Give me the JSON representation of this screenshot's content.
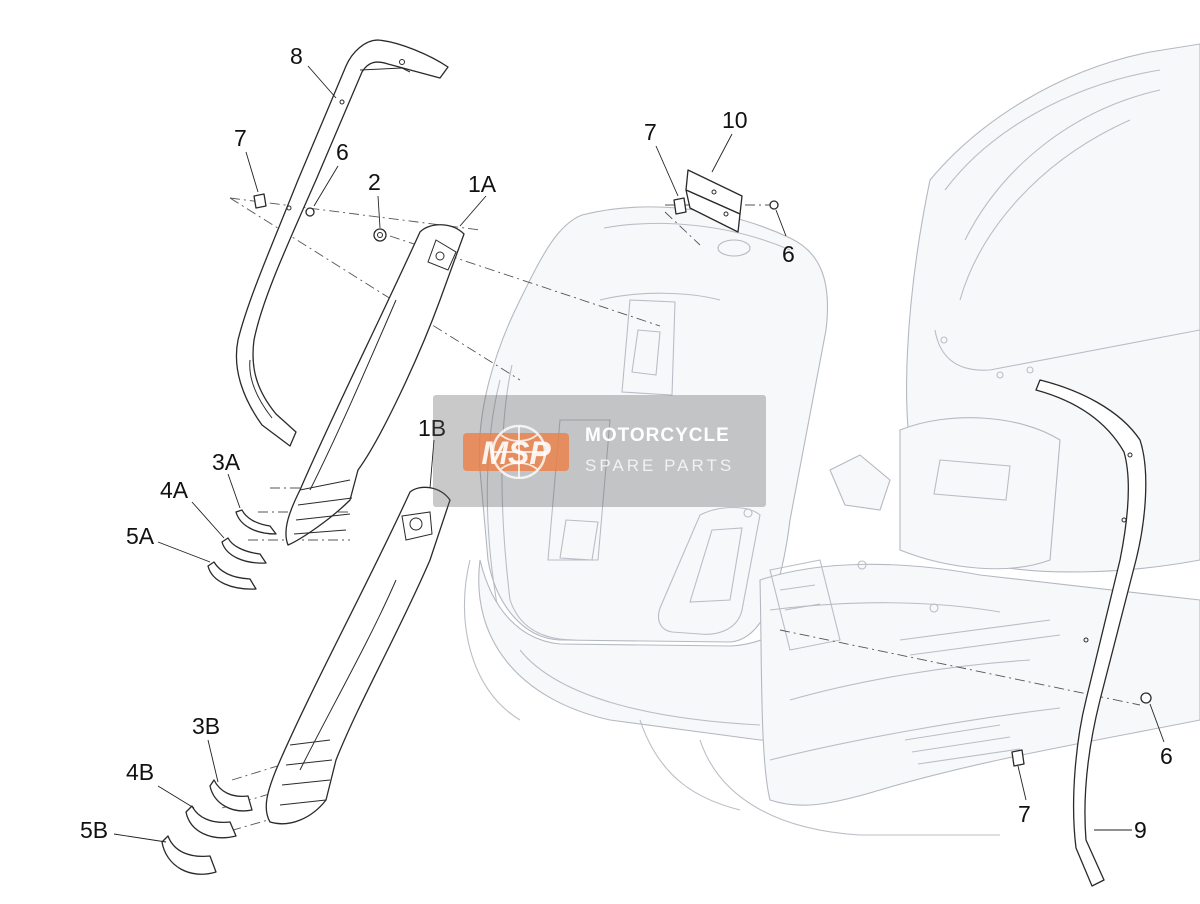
{
  "callouts": {
    "c8": "8",
    "c7_top_left": "7",
    "c6_top_left": "6",
    "c2": "2",
    "c1A": "1A",
    "c7_top_right": "7",
    "c10": "10",
    "c6_top_right": "6",
    "c1B": "1B",
    "c3A": "3A",
    "c4A": "4A",
    "c5A": "5A",
    "c3B": "3B",
    "c4B": "4B",
    "c5B": "5B",
    "c6_right": "6",
    "c7_bottom_right": "7",
    "c9": "9"
  },
  "watermark": {
    "logo_text": "MSP",
    "line1": "MOTORCYCLE",
    "line2": "SPARE PARTS"
  },
  "colors": {
    "line": "#2a2a2a",
    "ghost": "#b9bec6",
    "watermark_bg": "#5a5a5a",
    "logo_orange": "#ee7f45"
  }
}
